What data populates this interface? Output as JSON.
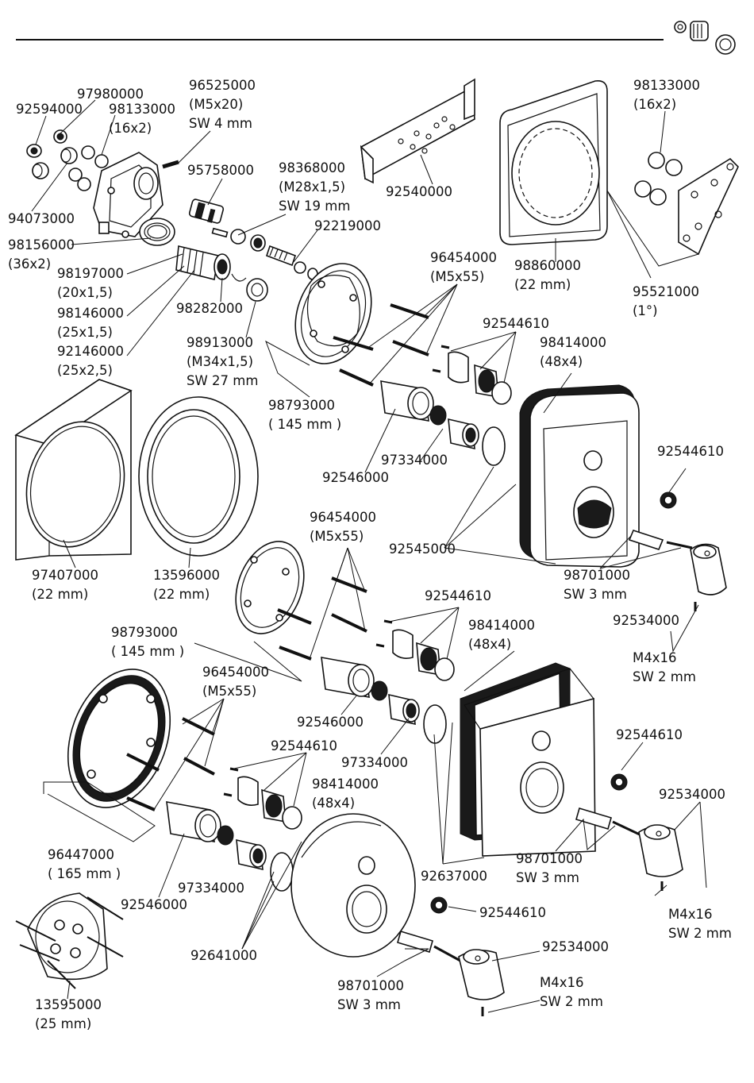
{
  "labels": [
    {
      "id": "l01",
      "lines": [
        "97980000"
      ]
    },
    {
      "id": "l02",
      "lines": [
        "92594000"
      ]
    },
    {
      "id": "l03",
      "lines": [
        "98133000",
        "(16x2)"
      ]
    },
    {
      "id": "l04",
      "lines": [
        "96525000",
        "(M5x20)",
        "SW 4 mm"
      ]
    },
    {
      "id": "l05",
      "lines": [
        "95758000"
      ]
    },
    {
      "id": "l06",
      "lines": [
        "98368000",
        "(M28x1,5)",
        "SW 19 mm"
      ]
    },
    {
      "id": "l07",
      "lines": [
        "92540000"
      ]
    },
    {
      "id": "l08",
      "lines": [
        "98133000",
        "(16x2)"
      ]
    },
    {
      "id": "l09",
      "lines": [
        "94073000"
      ]
    },
    {
      "id": "l10",
      "lines": [
        "98156000",
        "(36x2)"
      ]
    },
    {
      "id": "l11",
      "lines": [
        "92219000"
      ]
    },
    {
      "id": "l12",
      "lines": [
        "98197000",
        "(20x1,5)"
      ]
    },
    {
      "id": "l13",
      "lines": [
        "98146000",
        "(25x1,5)"
      ]
    },
    {
      "id": "l14",
      "lines": [
        "92146000",
        "(25x2,5)"
      ]
    },
    {
      "id": "l15",
      "lines": [
        "98282000"
      ]
    },
    {
      "id": "l16",
      "lines": [
        "98913000",
        "(M34x1,5)",
        "SW 27 mm"
      ]
    },
    {
      "id": "l17",
      "lines": [
        "96454000",
        "(M5x55)"
      ]
    },
    {
      "id": "l18",
      "lines": [
        "98860000",
        "(22 mm)"
      ]
    },
    {
      "id": "l19",
      "lines": [
        "95521000",
        "(1°)"
      ]
    },
    {
      "id": "l20",
      "lines": [
        "92544610"
      ]
    },
    {
      "id": "l21",
      "lines": [
        "98414000",
        "(48x4)"
      ]
    },
    {
      "id": "l22",
      "lines": [
        "98793000",
        "(    145 mm )"
      ]
    },
    {
      "id": "l23",
      "lines": [
        "97334000"
      ]
    },
    {
      "id": "l24",
      "lines": [
        "92546000"
      ]
    },
    {
      "id": "l25",
      "lines": [
        "92544610"
      ]
    },
    {
      "id": "l26",
      "lines": [
        "92545000"
      ]
    },
    {
      "id": "l27",
      "lines": [
        "98701000",
        "SW 3 mm"
      ]
    },
    {
      "id": "l28",
      "lines": [
        "97407000",
        "(22 mm)"
      ]
    },
    {
      "id": "l29",
      "lines": [
        "13596000",
        "(22 mm)"
      ]
    },
    {
      "id": "l30",
      "lines": [
        "96454000",
        "(M5x55)"
      ]
    },
    {
      "id": "l31",
      "lines": [
        "92534000"
      ]
    },
    {
      "id": "l32",
      "lines": [
        "M4x16",
        "SW 2 mm"
      ]
    },
    {
      "id": "l33",
      "lines": [
        "92544610"
      ]
    },
    {
      "id": "l34",
      "lines": [
        "98793000",
        "(    145 mm )"
      ]
    },
    {
      "id": "l35",
      "lines": [
        "98414000",
        "(48x4)"
      ]
    },
    {
      "id": "l36",
      "lines": [
        "96454000",
        "(M5x55)"
      ]
    },
    {
      "id": "l37",
      "lines": [
        "92546000"
      ]
    },
    {
      "id": "l38",
      "lines": [
        "92544610"
      ]
    },
    {
      "id": "l39",
      "lines": [
        "92544610"
      ]
    },
    {
      "id": "l40",
      "lines": [
        "97334000"
      ]
    },
    {
      "id": "l41",
      "lines": [
        "98414000",
        "(48x4)"
      ]
    },
    {
      "id": "l42",
      "lines": [
        "92534000"
      ]
    },
    {
      "id": "l43",
      "lines": [
        "96447000",
        "(    165 mm )"
      ]
    },
    {
      "id": "l44",
      "lines": [
        "98701000",
        "SW 3 mm"
      ]
    },
    {
      "id": "l45",
      "lines": [
        "92637000"
      ]
    },
    {
      "id": "l46",
      "lines": [
        "97334000"
      ]
    },
    {
      "id": "l47",
      "lines": [
        "M4x16",
        "SW 2 mm"
      ]
    },
    {
      "id": "l48",
      "lines": [
        "92546000"
      ]
    },
    {
      "id": "l49",
      "lines": [
        "92544610"
      ]
    },
    {
      "id": "l50",
      "lines": [
        "92534000"
      ]
    },
    {
      "id": "l51",
      "lines": [
        "92641000"
      ]
    },
    {
      "id": "l52",
      "lines": [
        "98701000",
        "SW 3 mm"
      ]
    },
    {
      "id": "l53",
      "lines": [
        "M4x16",
        "SW 2 mm"
      ]
    },
    {
      "id": "l54",
      "lines": [
        "13595000",
        "(25 mm)"
      ]
    }
  ]
}
